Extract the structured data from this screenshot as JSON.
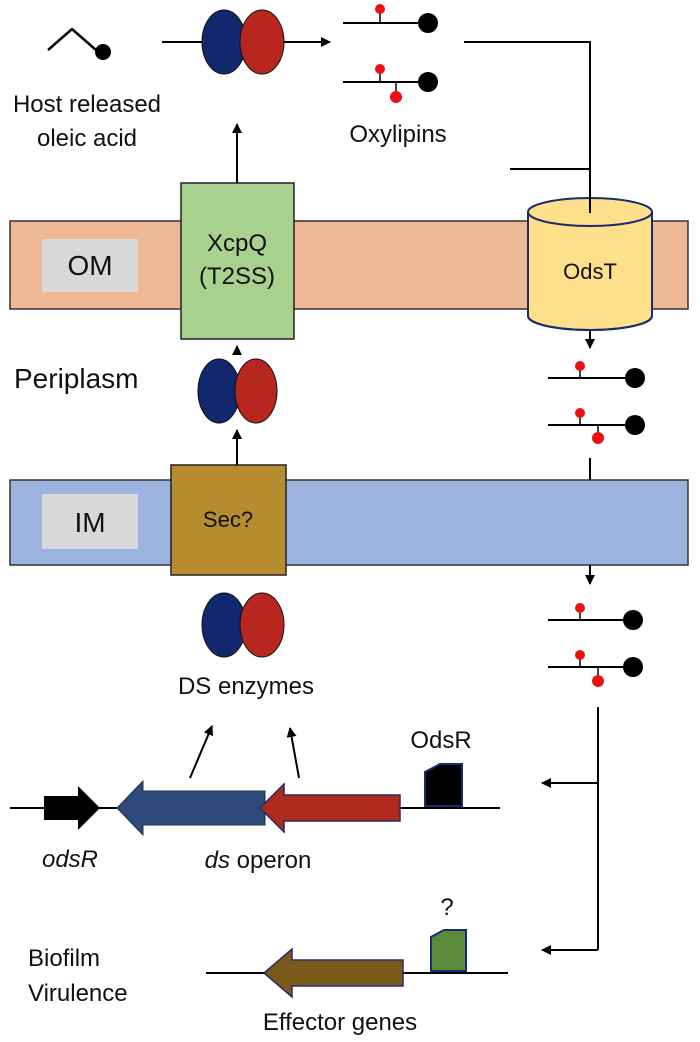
{
  "labels": {
    "host_released_line1": "Host released",
    "host_released_line2": "oleic acid",
    "oxylipins": "Oxylipins",
    "om": "OM",
    "xcpq_line1": "XcpQ",
    "xcpq_line2": "(T2SS)",
    "odst": "OdsT",
    "periplasm": "Periplasm",
    "im": "IM",
    "sec": "Sec?",
    "ds_enzymes": "DS enzymes",
    "odsr_top": "OdsR",
    "odsr_gene": "odsR",
    "ds_italic": "ds",
    "operon": " operon",
    "question_mark": "?",
    "biofilm": "Biofilm",
    "virulence": "Virulence",
    "effector_genes": "Effector genes"
  },
  "colors": {
    "om_band": "#edb893",
    "im_band": "#9cb3e0",
    "label_box": "#d8d8d8",
    "xcpq_box": "#a9d18e",
    "sec_box": "#b58d2f",
    "odst_cylinder": "#ffe08a",
    "enzyme_blue": "#12286e",
    "enzyme_red": "#b8271f",
    "gene_black": "#000000",
    "gene_blue": "#2f4a7a",
    "gene_red": "#b02a1e",
    "gene_brown": "#7a5a18",
    "effector_box": "#5b8a3c",
    "oxylipin_dot": "#ee1111"
  },
  "icons": [
    "oleic-acid-icon",
    "ds-enzyme-dimer-icon",
    "oxylipin-icon",
    "odst-transporter-icon"
  ]
}
